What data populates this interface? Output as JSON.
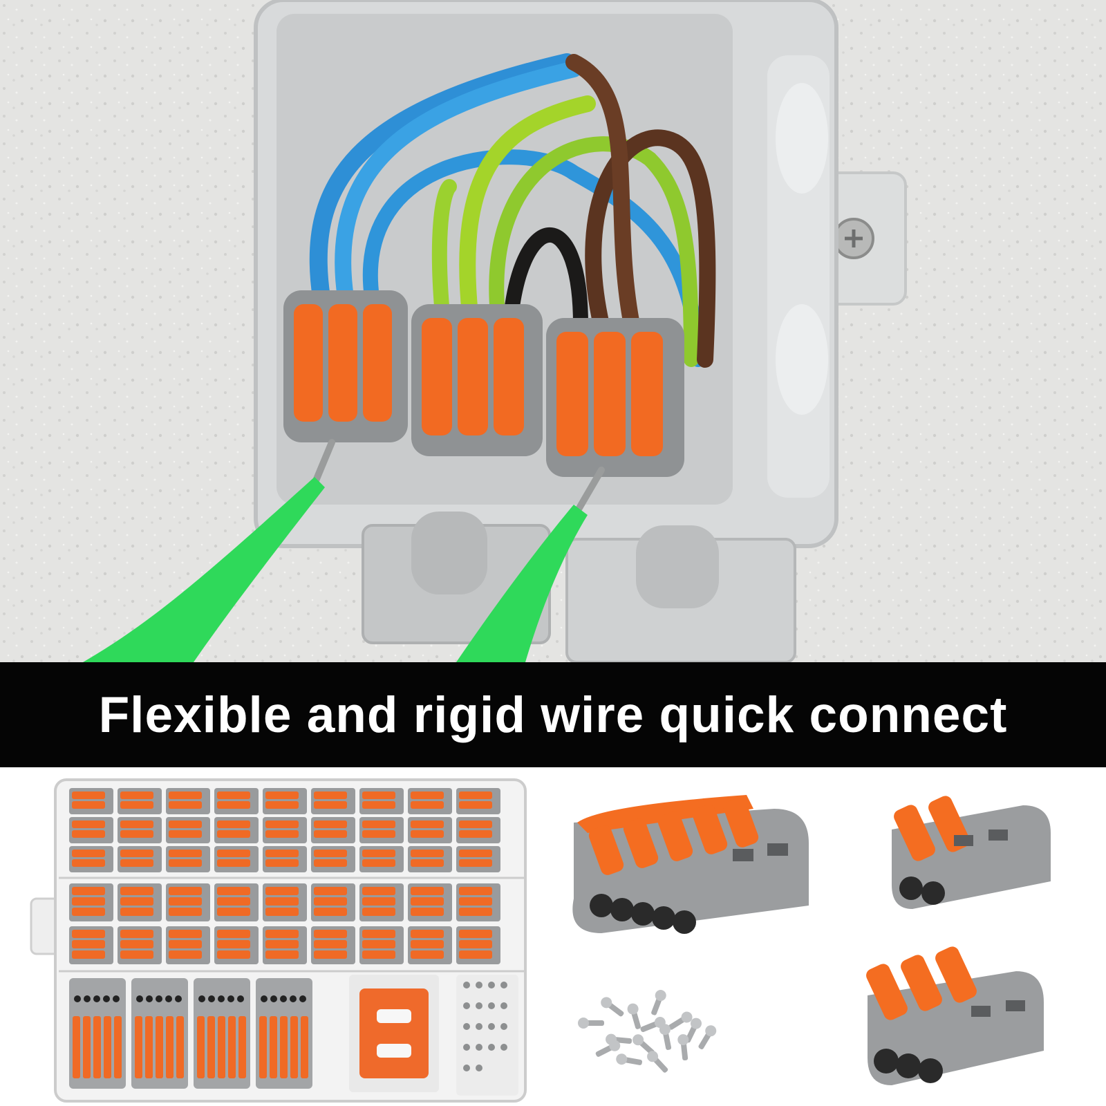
{
  "banner": {
    "text": "Flexible and rigid wire quick connect"
  },
  "colors": {
    "banner_background": "#050505",
    "banner_text": "#ffffff",
    "lever_orange": "#f26a22",
    "connector_gray": "#8f9294",
    "wall": "#e6e6e4",
    "screwdriver_green": "#2fd95a"
  },
  "scene": {
    "connector_blocks": 3,
    "wires": [
      "blue",
      "green-yellow",
      "brown",
      "black"
    ]
  },
  "products": {
    "kit_box": "assortment-case",
    "connectors": [
      "5-port",
      "2-port",
      "3-port"
    ],
    "accessory": "screws"
  }
}
